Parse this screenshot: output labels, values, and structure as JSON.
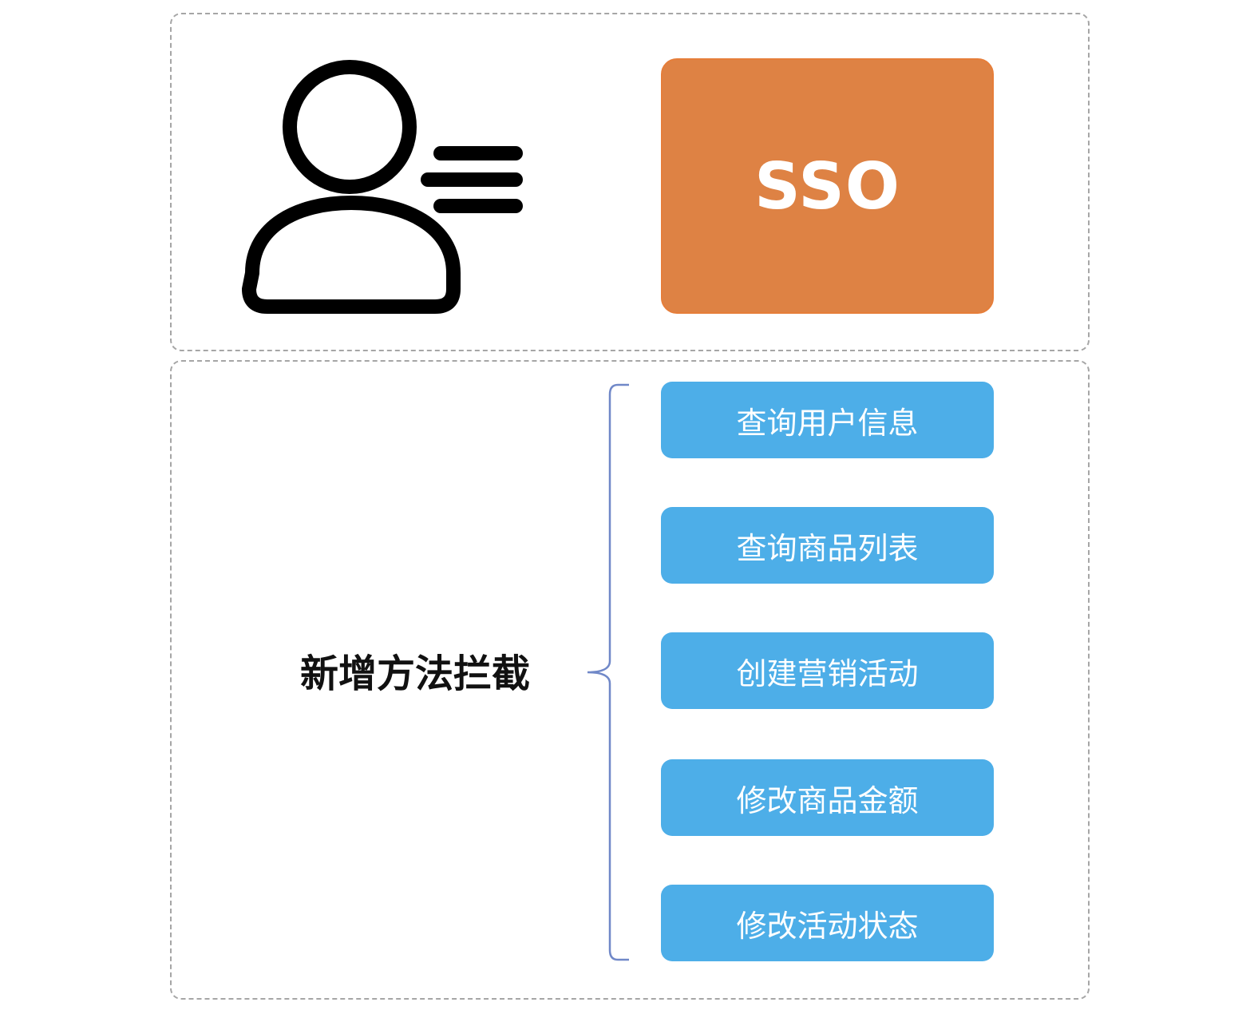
{
  "sso": {
    "label": "SSO",
    "color": "#de8244"
  },
  "intercept": {
    "title": "新增方法拦截"
  },
  "methods": [
    {
      "label": "查询用户信息"
    },
    {
      "label": "查询商品列表"
    },
    {
      "label": "创建营销活动"
    },
    {
      "label": "修改商品金额"
    },
    {
      "label": "修改活动状态"
    }
  ],
  "colors": {
    "method_box": "#4daee8",
    "brace": "#7088c8",
    "panel_border": "#a6a6a6"
  },
  "icons": {
    "user": "user-list-icon"
  }
}
